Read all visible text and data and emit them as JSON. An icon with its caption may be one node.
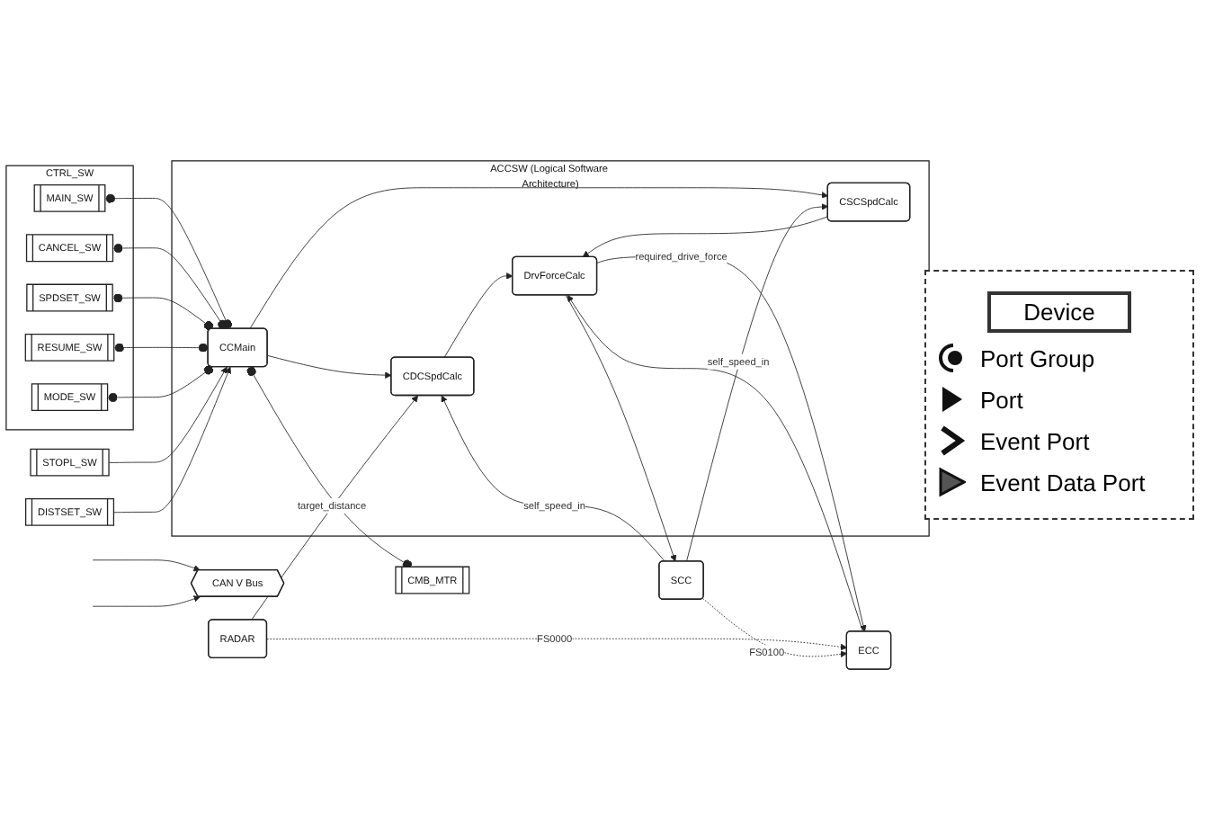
{
  "diagram": {
    "nodes": [
      {
        "text": [
          "CTRL_SW"
        ]
      },
      {
        "text": [
          "MAIN_SW"
        ],
        "in": 0
      },
      {
        "text": [
          "CANCEL_SW"
        ],
        "in": 0
      },
      {
        "text": [
          "SPDSET_SW"
        ],
        "in": 0
      },
      {
        "text": [
          "RESUME_SW"
        ],
        "in": 0
      },
      {
        "text": [
          "MODE_SW"
        ],
        "in": 0
      },
      {
        "text": [
          "ACCSW (Logical Software Architecture)"
        ]
      },
      {
        "text": [
          "CCMain"
        ],
        "in": 6
      },
      {
        "text": [
          "DrvForceCalc"
        ],
        "in": 6
      },
      {
        "text": [
          "CDCSpdCalc"
        ],
        "in": 6
      },
      {
        "text": [
          "CSCSpdCalc"
        ],
        "in": 6
      },
      {
        "text": [
          "STOPL_SW"
        ]
      },
      {
        "text": [
          "DISTSET_SW"
        ]
      },
      {
        "text": [
          "RADAR"
        ]
      },
      {
        "text": [
          "SCC"
        ]
      },
      {
        "text": [
          "CAN V Bus"
        ]
      },
      {
        "text": [
          "CMB_MTR"
        ]
      },
      {
        "text": [
          "ECC"
        ]
      }
    ],
    "edges": [
      {
        "from": 1,
        "to": 7,
        "arrow": "other"
      },
      {
        "from": 2,
        "to": 7,
        "arrow": "other"
      },
      {
        "from": 3,
        "to": 7,
        "arrow": "other"
      },
      {
        "from": 4,
        "to": 7,
        "arrow": "other"
      },
      {
        "from": 5,
        "to": 7,
        "arrow": "other"
      },
      {
        "from": 11,
        "to": 7,
        "arrow": "to"
      },
      {
        "from": 12,
        "to": 7,
        "arrow": "to"
      },
      {
        "from": 7,
        "to": 9,
        "arrow": "to"
      },
      {
        "from": 7,
        "to": 10,
        "arrow": "to"
      },
      {
        "from": 7,
        "to": 16,
        "arrow": "other"
      },
      {
        "from": 9,
        "to": 8,
        "arrow": "to"
      },
      {
        "from": 10,
        "to": 8,
        "arrow": "to"
      },
      {
        "from": 13,
        "to": 9,
        "arrow": "to",
        "label": "target_distance"
      },
      {
        "from": 14,
        "to": 9,
        "arrow": "to",
        "label": "self_speed_in"
      },
      {
        "from": 14,
        "to": 10,
        "arrow": "to",
        "label": "self_speed_in"
      },
      {
        "from": 8,
        "to": 14,
        "arrow": "to"
      },
      {
        "from": 8,
        "to": 17,
        "arrow": "to",
        "label": "required_drive_force"
      },
      {
        "from": 17,
        "to": 8,
        "arrow": "to"
      },
      {
        "from": 13,
        "to": 17,
        "arrow": "to",
        "style": "dashed",
        "label": "FS0000"
      },
      {
        "from": 14,
        "to": 17,
        "arrow": "to",
        "style": "dashed",
        "label": "FS0100"
      },
      {
        "from": null,
        "to": 15,
        "arrow": "to"
      },
      {
        "from": null,
        "to": 15,
        "arrow": "to"
      }
    ],
    "legend": [
      {
        "text": "Device"
      },
      {
        "text": "Port Group"
      },
      {
        "text": "Port"
      },
      {
        "text": "Event Port"
      },
      {
        "text": "Event Data Port"
      }
    ]
  }
}
